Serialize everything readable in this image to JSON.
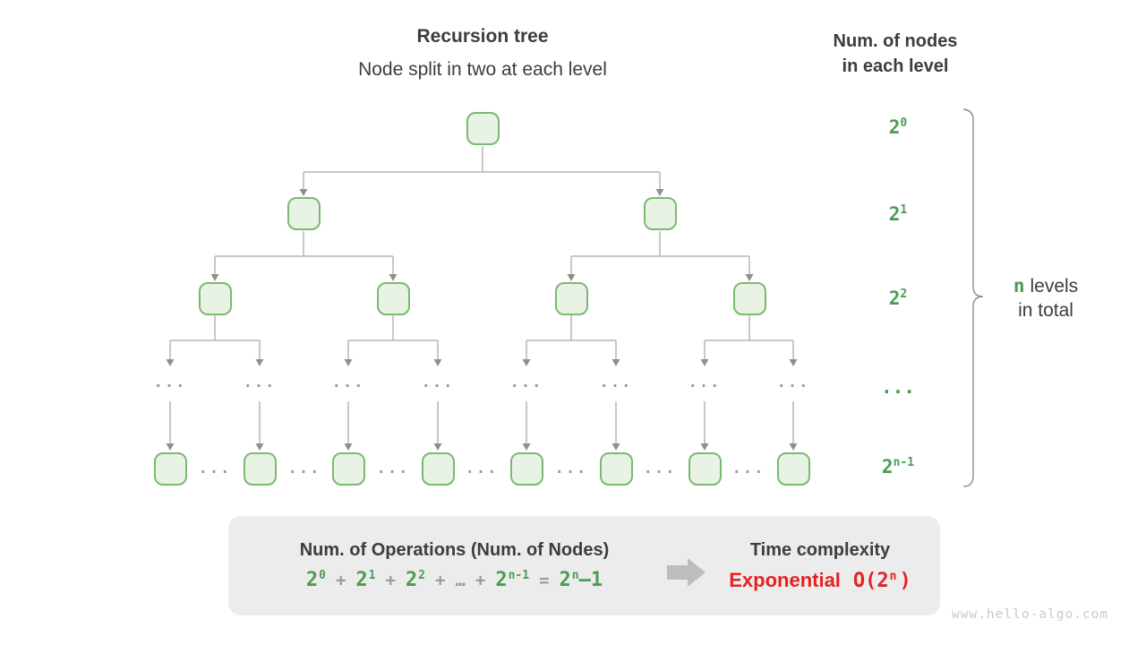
{
  "header": {
    "title": "Recursion tree",
    "subtitle": "Node split in two at each level"
  },
  "right_header": {
    "line1": "Num. of nodes",
    "line2": "in each level"
  },
  "level_labels": [
    [
      {
        "t": "2",
        "sup": "0"
      }
    ],
    [
      {
        "t": "2",
        "sup": "1"
      }
    ],
    [
      {
        "t": "2",
        "sup": "2"
      }
    ],
    [
      {
        "t": "..."
      }
    ],
    [
      {
        "t": "2",
        "sup": "n-1"
      }
    ]
  ],
  "tree": {
    "levels": [
      {
        "name": "level-0",
        "nodes": 1
      },
      {
        "name": "level-1",
        "nodes": 2
      },
      {
        "name": "level-2",
        "nodes": 4
      },
      {
        "name": "level-ellipsis",
        "nodes": 8,
        "ellipsis": "..."
      },
      {
        "name": "level-n-1",
        "nodes": 8,
        "separator": "..."
      }
    ]
  },
  "brace_label": {
    "n": "n",
    "levels": "levels",
    "line2": "in total"
  },
  "summary_box": {
    "operations_title": "Num. of Operations (Num. of Nodes)",
    "operations_formula": [
      {
        "t": "2",
        "sup": "0",
        "c": "green"
      },
      {
        "t": "+",
        "c": "gray"
      },
      {
        "t": "2",
        "sup": "1",
        "c": "green"
      },
      {
        "t": "+",
        "c": "gray"
      },
      {
        "t": "2",
        "sup": "2",
        "c": "green"
      },
      {
        "t": "+",
        "c": "gray"
      },
      {
        "t": "…",
        "c": "gray"
      },
      {
        "t": "+",
        "c": "gray"
      },
      {
        "t": "2",
        "sup": "n-1",
        "c": "green"
      },
      {
        "t": "=",
        "c": "gray"
      },
      {
        "t": "2",
        "sup": "n",
        "c": "green"
      },
      {
        "t": "–1",
        "c": "green",
        "tight": true
      }
    ],
    "complexity_title": "Time complexity",
    "complexity_value": [
      {
        "t": "Exponential",
        "c": "red",
        "f": "sans"
      },
      {
        "t": "O(2",
        "sup": "n",
        "c": "red"
      },
      {
        "t": ")",
        "c": "red",
        "tight": true
      }
    ]
  },
  "watermark": "www.hello-algo.com",
  "colors": {
    "green_text": "#4a9c52",
    "node_fill": "#e9f3e5",
    "node_border": "#7ab971",
    "line_gray": "#b5b5b5",
    "arrowhead_gray": "#8f8f8f",
    "operator_gray": "#9a9a9a",
    "red": "#e42222",
    "dark_text": "#3d3d3d",
    "box_bg": "#ececec",
    "watermark_gray": "#c9c9c9"
  }
}
